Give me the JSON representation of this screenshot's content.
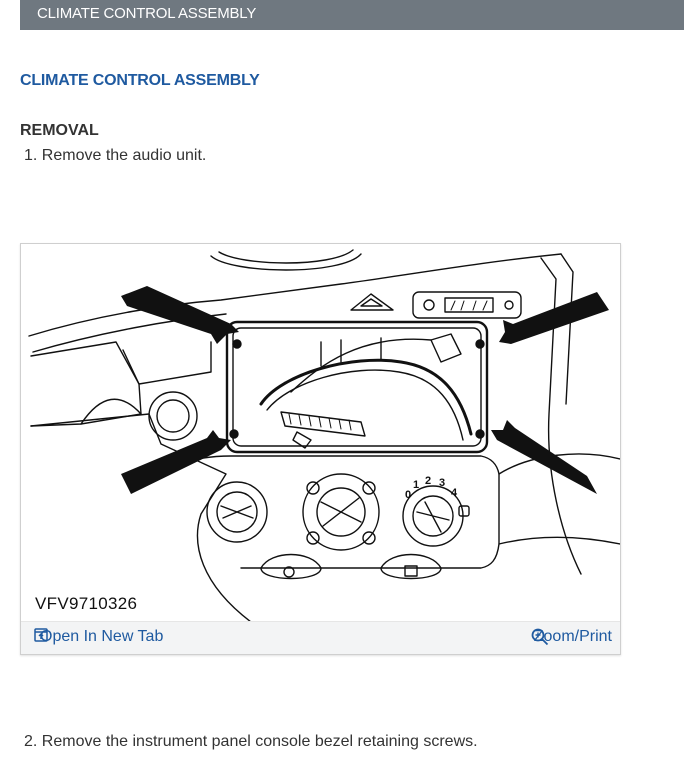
{
  "header": {
    "title": "CLIMATE CONTROL ASSEMBLY"
  },
  "section": {
    "title": "CLIMATE CONTROL ASSEMBLY"
  },
  "removal": {
    "heading": "REMOVAL",
    "steps": [
      "1. Remove the audio unit.",
      "2. Remove the instrument panel console bezel retaining screws."
    ]
  },
  "figure": {
    "code": "VFV9710326",
    "open_label": "Open In New Tab",
    "zoom_label": "Zoom/Print",
    "open_icon": "open-new-tab-icon",
    "zoom_icon": "magnifier-icon",
    "dial_numbers": [
      "0",
      "1",
      "2",
      "3",
      "4"
    ],
    "link_color": "#1f5aa0"
  }
}
